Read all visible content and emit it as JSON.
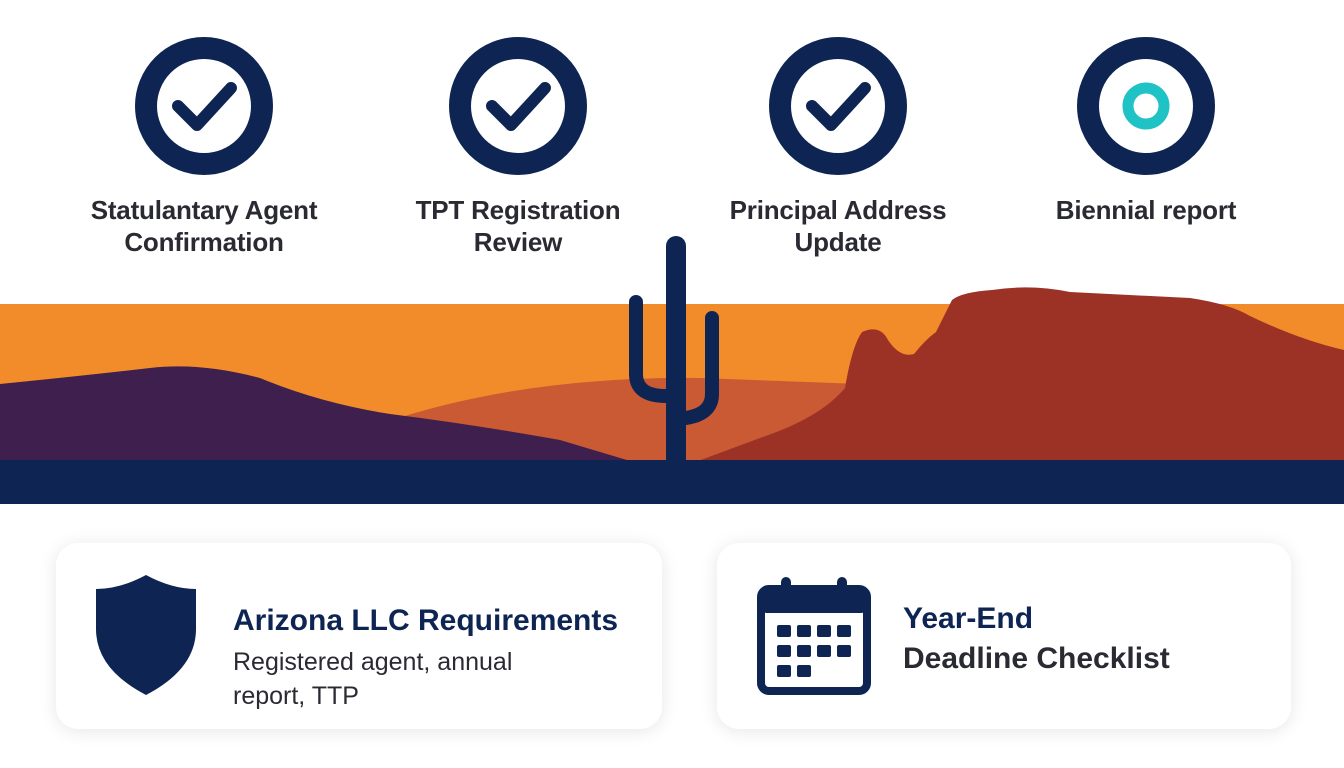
{
  "colors": {
    "navy": "#0e2554",
    "teal": "#1fc3c6",
    "orange": "#f28c2a",
    "rust": "#9c3126",
    "purple": "#3e1f4e",
    "text": "#2a2a33"
  },
  "steps": [
    {
      "icon": "checkmark-icon",
      "status": "complete",
      "label_line1": "Statulantary Agent",
      "label_line2": "Confirmation"
    },
    {
      "icon": "checkmark-icon",
      "status": "complete",
      "label_line1": "TPT Registration",
      "label_line2": "Review"
    },
    {
      "icon": "checkmark-icon",
      "status": "complete",
      "label_line1": "Principal Address",
      "label_line2": "Update"
    },
    {
      "icon": "ring-icon",
      "status": "pending",
      "label_line1": "Biennial report",
      "label_line2": ""
    }
  ],
  "cards": [
    {
      "icon": "shield-icon",
      "title": "Arizona LLC Requirements",
      "desc_line1": "Registered agent, annual",
      "desc_line2": "report, TTP"
    },
    {
      "icon": "calendar-icon",
      "title_line1": "Year-End",
      "title_line2": "Deadline Checklist"
    }
  ]
}
